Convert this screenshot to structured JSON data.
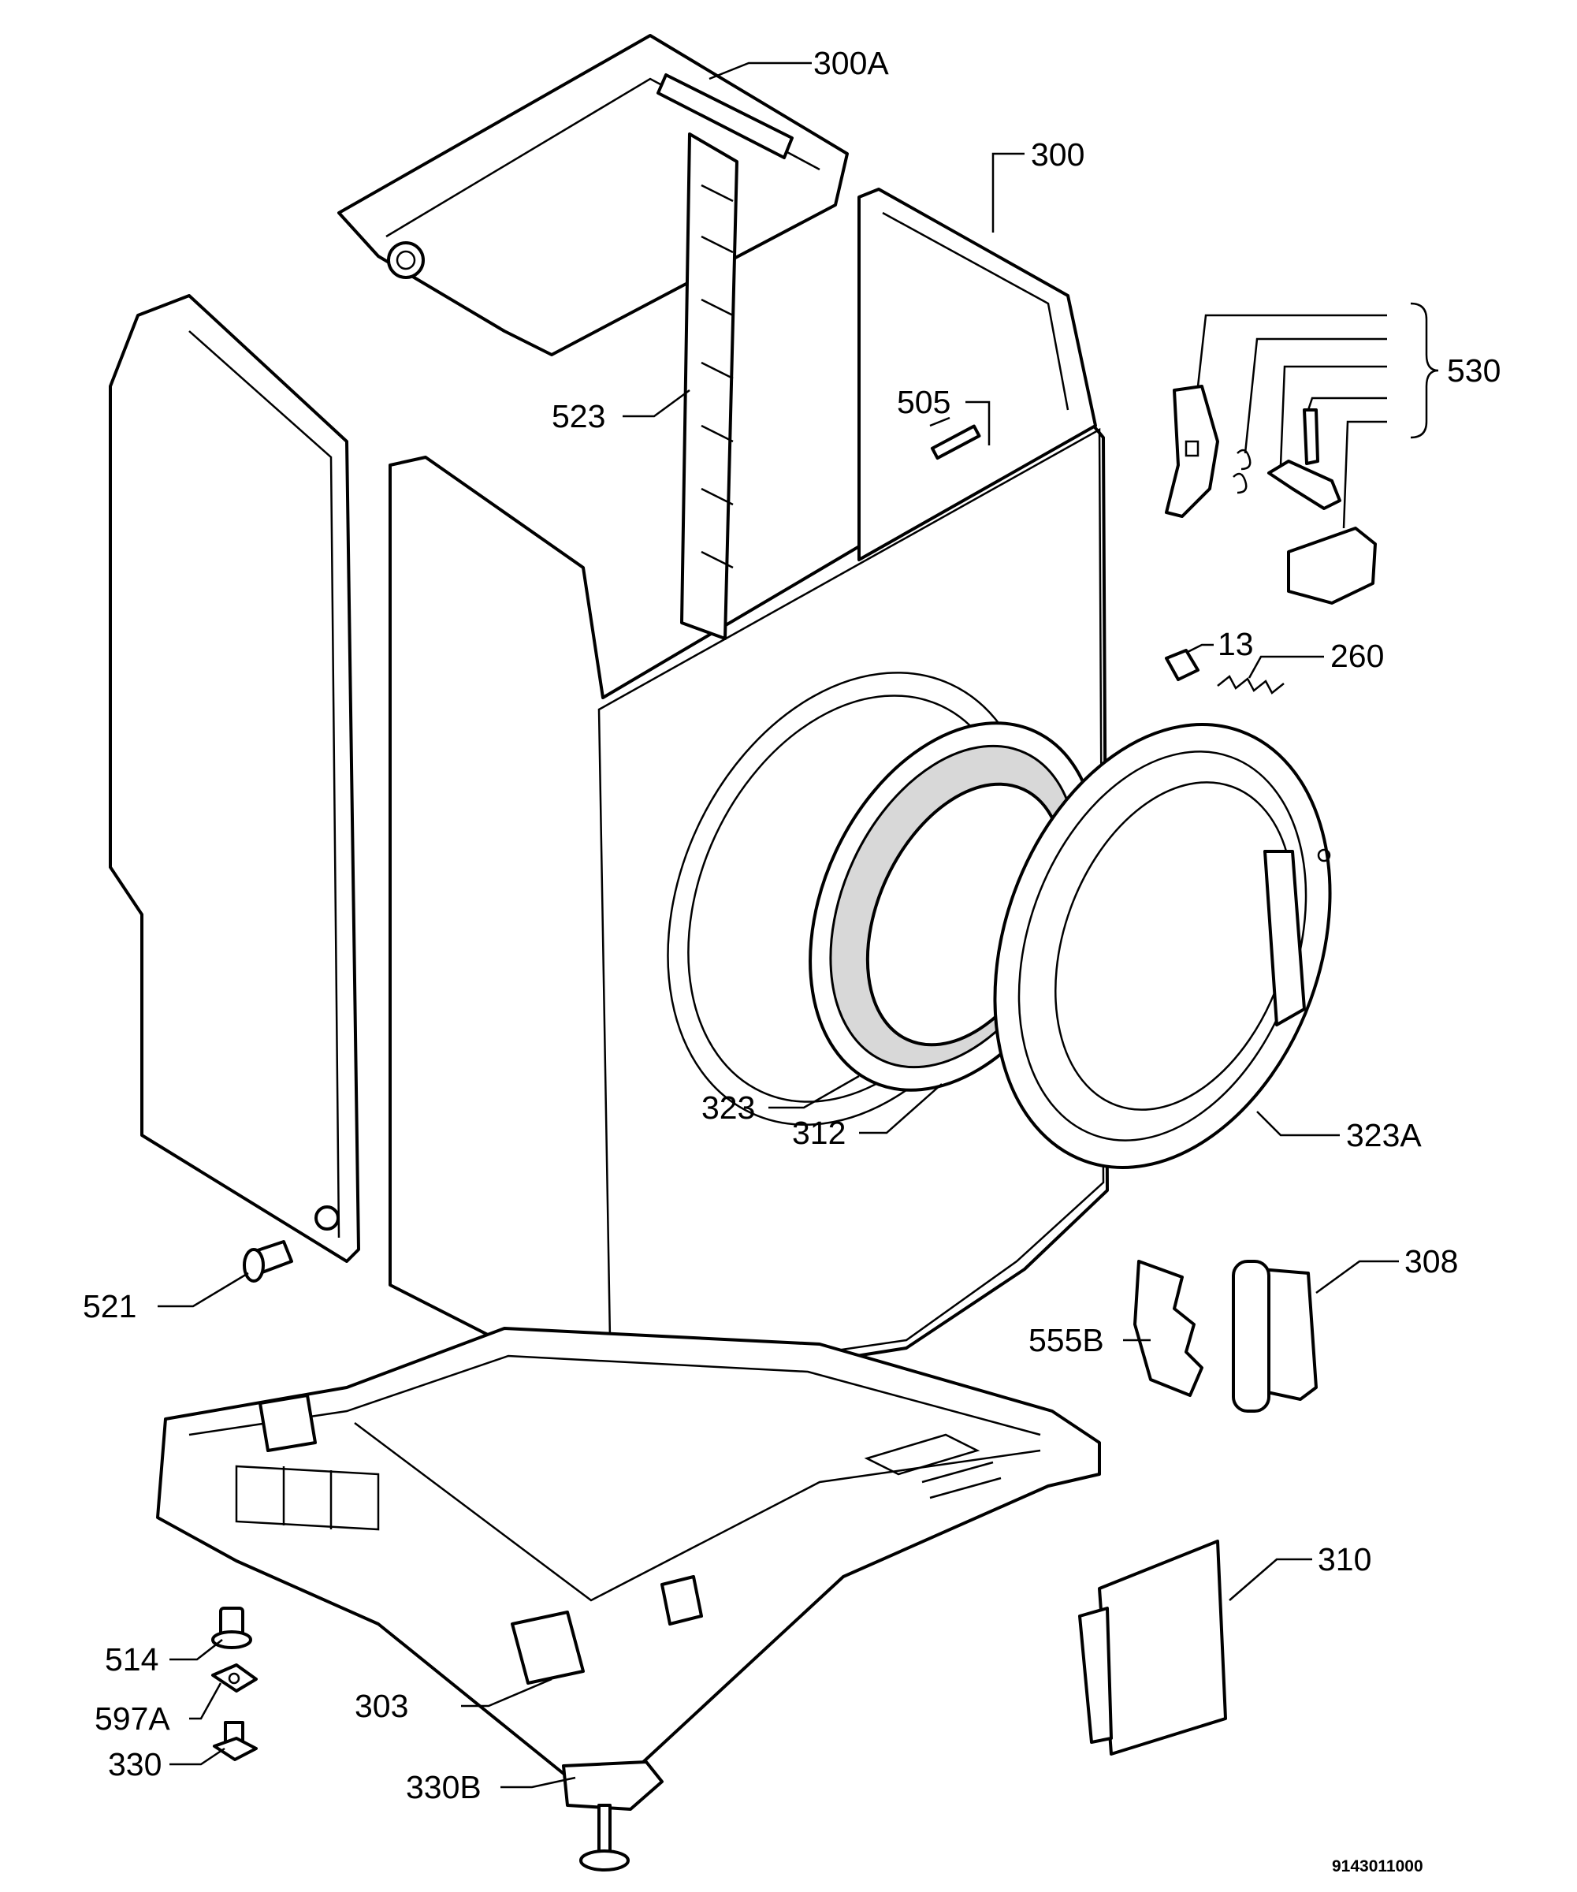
{
  "callouts": {
    "c300A": "300A",
    "c300": "300",
    "c530": "530",
    "c523": "523",
    "c505": "505",
    "c13": "13",
    "c260": "260",
    "c323": "323",
    "c312": "312",
    "c323A": "323A",
    "c308": "308",
    "c521": "521",
    "c555B": "555B",
    "c310": "310",
    "c514": "514",
    "c597A": "597A",
    "c303": "303",
    "c330": "330",
    "c330B": "330B"
  },
  "document_number": "9143011000"
}
